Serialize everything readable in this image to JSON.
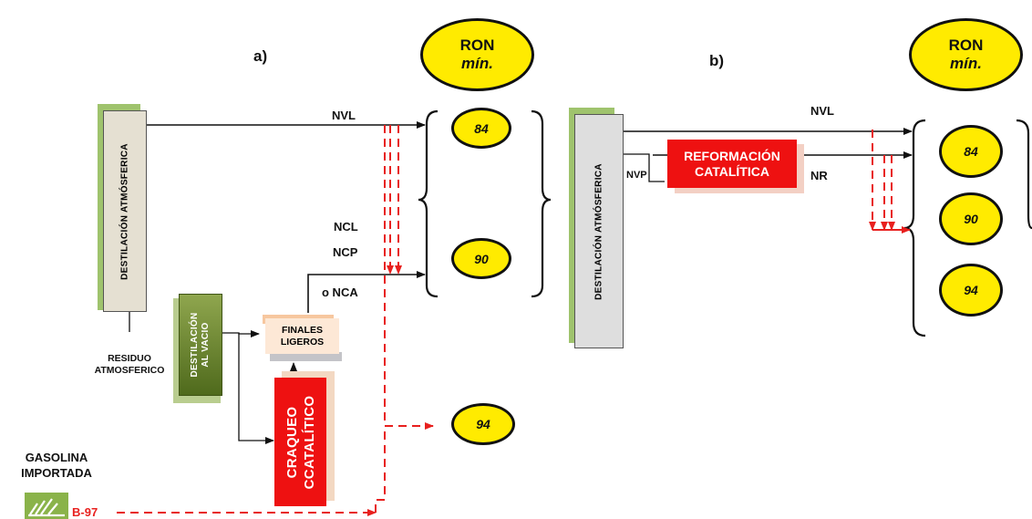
{
  "panels": {
    "a": "a)",
    "b": "b)"
  },
  "ron_header": {
    "line1": "RON",
    "line2": "mín."
  },
  "ron_values": {
    "v84": "84",
    "v90": "90",
    "v94": "94"
  },
  "units": {
    "atmospheric": "DESTILACIÓN ATMÓSFERICA",
    "vacuum_line1": "DESTILACIÓN",
    "vacuum_line2": "AL VACIO",
    "finales_line1": "FINALES",
    "finales_line2": "LIGEROS",
    "cracking_line1": "CRAQUEO",
    "cracking_line2": "CCATALÍTICO",
    "reforming_line1": "REFORMACIÓN",
    "reforming_line2": "CATALÍTICA"
  },
  "streams": {
    "nvl": "NVL",
    "ncl": "NCL",
    "ncp": "NCP",
    "nca": "o NCA",
    "nvp": "NVP",
    "nr": "NR",
    "residuo_line1": "RESIDUO",
    "residuo_line2": "ATMOSFERICO"
  },
  "import": {
    "line1": "GASOLINA",
    "line2": "IMPORTADA",
    "code": "B-97"
  },
  "colors": {
    "dashed": "#e8201e",
    "oval": "#ffeb00",
    "reactor": "#ee1111",
    "green": "#8ab34a"
  }
}
